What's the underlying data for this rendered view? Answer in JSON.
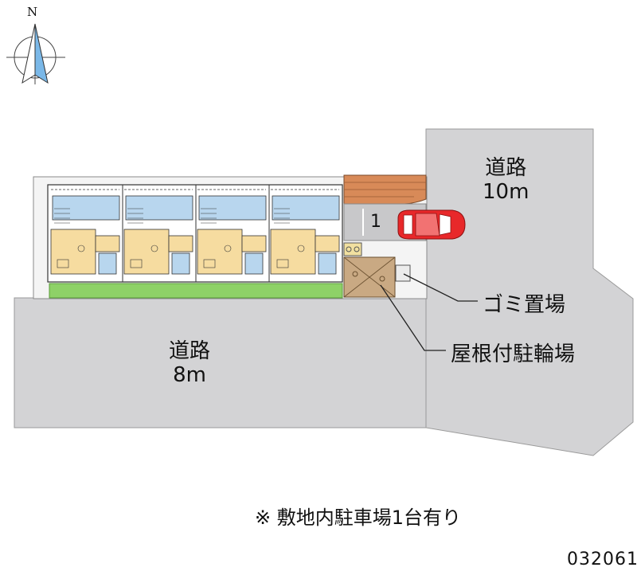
{
  "compass": {
    "north_label": "N",
    "icon": "north-arrow-compass"
  },
  "roads": {
    "east": {
      "name": "道路",
      "width": "10m"
    },
    "south": {
      "name": "道路",
      "width": "8m"
    }
  },
  "parking": {
    "slot_number": "1",
    "icon": "red-car"
  },
  "callouts": {
    "garbage": "ゴミ置場",
    "bicycle": "屋根付駐輪場"
  },
  "note": "※ 敷地内駐車場1台有り",
  "code": "032061",
  "colors": {
    "road": "#d3d3d5",
    "site": "#f5f5f5",
    "floor": "#f6dca0",
    "wet_area": "#b8d6ee",
    "lawn": "#8ed167",
    "brick": "#d88a58",
    "car": "#e8282a",
    "shed": "#c9a983",
    "compass": "#7ab8e8"
  }
}
